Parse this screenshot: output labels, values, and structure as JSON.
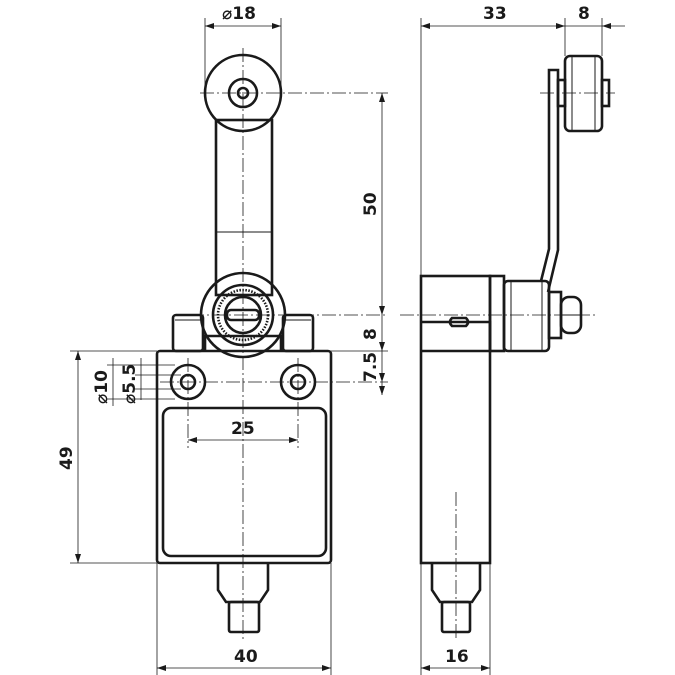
{
  "drawing": {
    "subject": "limit-switch-roller-lever",
    "line_color": "#1a1a1a",
    "background": "#ffffff"
  },
  "dimensions": {
    "roller_diameter": "⌀18",
    "lever_length": "50",
    "shaft_offset": "8",
    "hole_pitch_vertical": "7.5",
    "hole_pitch_horizontal": "25",
    "hole_outer": "⌀10",
    "hole_inner": "⌀5.5",
    "body_height": "49",
    "body_width": "40",
    "side_depth": "16",
    "lever_offset_side": "33",
    "roller_width": "8"
  }
}
